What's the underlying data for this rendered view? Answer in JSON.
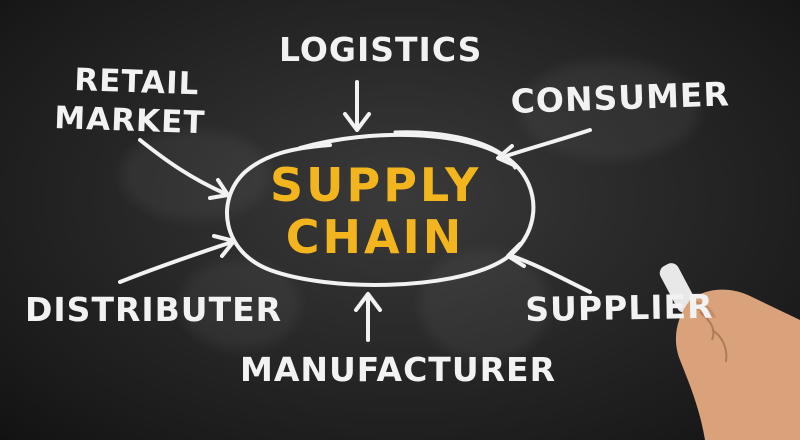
{
  "diagram": {
    "center": {
      "line1": "SUPPLY",
      "line2": "CHAIN"
    },
    "nodes": {
      "logistics": "LOGISTICS",
      "retail_market_line1": "RETAIL",
      "retail_market_line2": "MARKET",
      "consumer": "CONSUMER",
      "distributer": "DISTRIBUTER",
      "supplier": "SUPPLIER",
      "manufacturer": "MANUFACTURER"
    }
  },
  "colors": {
    "board": "#1c1c1c",
    "chalk": "#f2f2f2",
    "accent": "#f2b51e",
    "skin": "#d9a27a"
  }
}
